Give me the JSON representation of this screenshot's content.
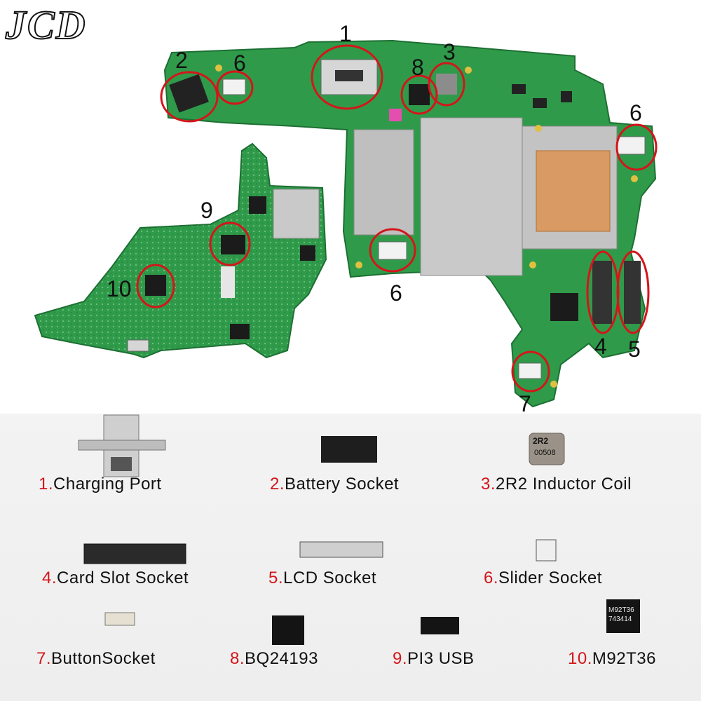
{
  "brand": "JCD",
  "callouts": [
    {
      "label": "1"
    },
    {
      "label": "2"
    },
    {
      "label": "6"
    },
    {
      "label": "8"
    },
    {
      "label": "3"
    },
    {
      "label": "6"
    },
    {
      "label": "9"
    },
    {
      "label": "10"
    },
    {
      "label": "6"
    },
    {
      "label": "4"
    },
    {
      "label": "5"
    },
    {
      "label": "7"
    }
  ],
  "parts": [
    {
      "num": "1.",
      "name": "Charging Port"
    },
    {
      "num": "2.",
      "name": "Battery Socket"
    },
    {
      "num": "3.",
      "name": "2R2 Inductor Coil"
    },
    {
      "num": "4.",
      "name": "Card Slot Socket"
    },
    {
      "num": "5.",
      "name": "LCD Socket"
    },
    {
      "num": "6.",
      "name": "Slider Socket"
    },
    {
      "num": "7.",
      "name": "ButtonSocket"
    },
    {
      "num": "8.",
      "name": "BQ24193"
    },
    {
      "num": "9.",
      "name": "PI3 USB"
    },
    {
      "num": "10.",
      "name": "M92T36"
    }
  ],
  "chip_marks": {
    "inductor": "2R2",
    "inductor_code": "00508",
    "m92_line1": "M92T36",
    "m92_line2": "743414"
  },
  "colors": {
    "accent": "#d4151a",
    "pcb": "#2f9b4a",
    "shield": "#c9c9c9",
    "callout": "#d4151a"
  }
}
